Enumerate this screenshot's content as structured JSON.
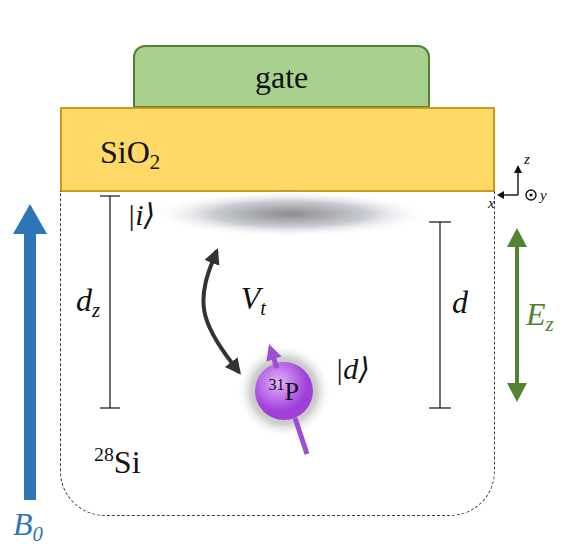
{
  "diagram": {
    "nodes": [
      {
        "text": [
          "gate"
        ]
      },
      {
        "text": [
          "SiO2"
        ]
      },
      {
        "text": [
          "28Si"
        ]
      },
      {
        "text": [
          "|i⟩"
        ],
        "in": 2
      },
      {
        "text": [
          "31P",
          "|d⟩"
        ],
        "in": 2
      }
    ],
    "edges": [
      {
        "from": 3,
        "to": 4,
        "arrow": "both",
        "label": "Vt"
      }
    ],
    "labels": [
      "dz",
      "d",
      "B0",
      "Ez",
      "x",
      "z",
      "y"
    ]
  }
}
